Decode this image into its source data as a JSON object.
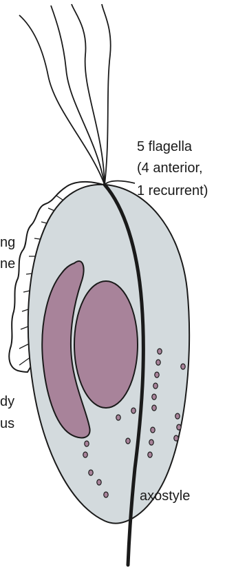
{
  "labels": {
    "flagella": [
      "5 flagella",
      "(4 anterior,",
      "1 recurrent)"
    ],
    "undulating_membrane": [
      "ng",
      "ne"
    ],
    "parabasal_body": [
      "dy",
      "us"
    ],
    "axostyle": "axostyle"
  },
  "colors": {
    "cell_body": "#d3dadd",
    "nucleus": "#a8839a",
    "outline": "#1a1a1a",
    "granules": "#a8839a"
  }
}
